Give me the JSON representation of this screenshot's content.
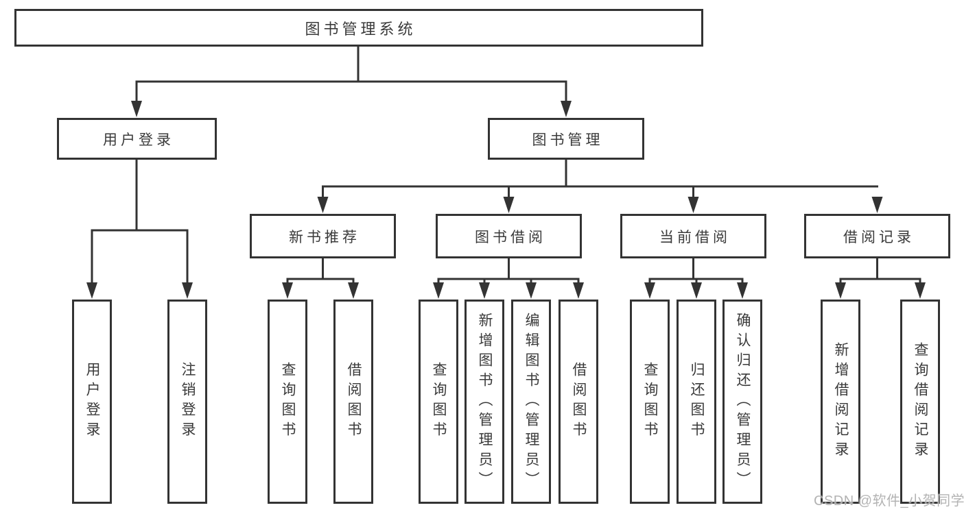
{
  "page": {
    "background": "#ffffff"
  },
  "colors": {
    "line": "#333333",
    "box_border": "#333333",
    "box_fill": "#ffffff",
    "text": "#3a3a3a",
    "watermark": "#ababab"
  },
  "watermark": {
    "text": "CSDN @软件_小贺同学"
  },
  "nodes": {
    "root": {
      "label": "图书管理系统"
    },
    "user_login": {
      "label": "用户登录"
    },
    "book_management": {
      "label": "图书管理"
    },
    "new_book_recommend": {
      "label": "新书推荐"
    },
    "book_borrow": {
      "label": "图书借阅"
    },
    "current_borrow": {
      "label": "当前借阅"
    },
    "borrow_records": {
      "label": "借阅记录"
    },
    "leaf_user_login": {
      "label": "用户登录"
    },
    "leaf_logout_login": {
      "label": "注销登录"
    },
    "leaf_rec_query_books": {
      "label": "查询图书"
    },
    "leaf_rec_borrow_books": {
      "label": "借阅图书"
    },
    "leaf_bor_query_books": {
      "label": "查询图书"
    },
    "leaf_bor_add_books": {
      "label": "新增图书（管理员）"
    },
    "leaf_bor_edit_books": {
      "label": "编辑图书（管理员）"
    },
    "leaf_bor_borrow_books": {
      "label": "借阅图书"
    },
    "leaf_cur_query_books": {
      "label": "查询图书"
    },
    "leaf_cur_return_books": {
      "label": "归还图书"
    },
    "leaf_cur_confirm_return": {
      "label": "确认归还（管理员）"
    },
    "leaf_brec_add_record": {
      "label": "新增借阅记录"
    },
    "leaf_brec_query_record": {
      "label": "查询借阅记录"
    }
  },
  "hierarchy": {
    "图书管理系统": {
      "用户登录": [
        "用户登录",
        "注销登录"
      ],
      "图书管理": {
        "新书推荐": [
          "查询图书",
          "借阅图书"
        ],
        "图书借阅": [
          "查询图书",
          "新增图书（管理员）",
          "编辑图书（管理员）",
          "借阅图书"
        ],
        "当前借阅": [
          "查询图书",
          "归还图书",
          "确认归还（管理员）"
        ],
        "借阅记录": [
          "新增借阅记录",
          "查询借阅记录"
        ]
      }
    }
  }
}
